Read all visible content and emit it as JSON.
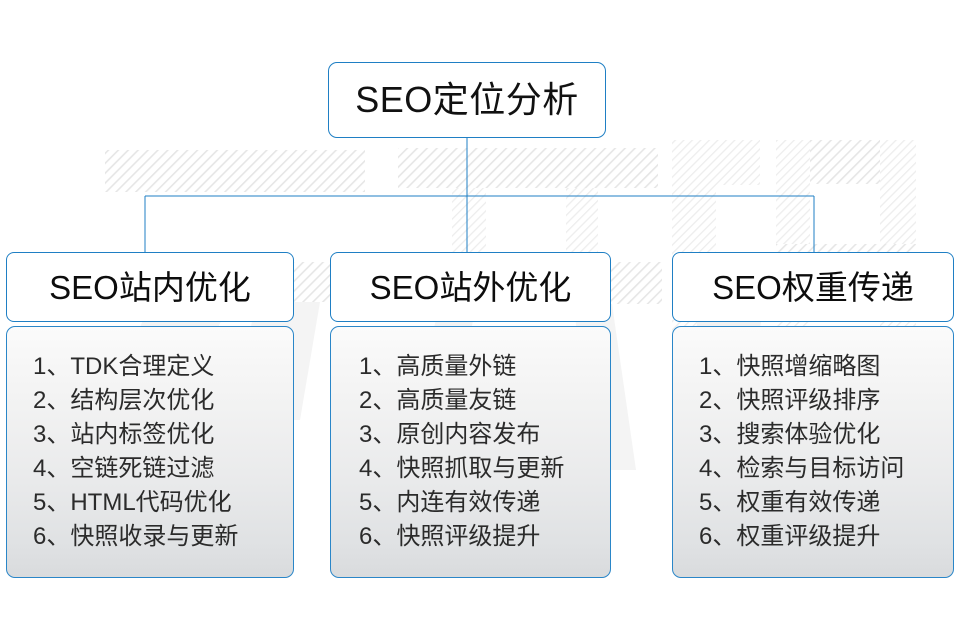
{
  "diagram": {
    "root": {
      "label": "SEO定位分析"
    },
    "columns": [
      {
        "id": "col-1",
        "header": "SEO站内优化",
        "items": [
          "1、TDK合理定义",
          "2、结构层次优化",
          "3、站内标签优化",
          "4、空链死链过滤",
          "5、HTML代码优化",
          "6、快照收录与更新"
        ]
      },
      {
        "id": "col-2",
        "header": "SEO站外优化",
        "items": [
          "1、高质量外链",
          "2、高质量友链",
          "3、原创内容发布",
          "4、快照抓取与更新",
          "5、内连有效传递",
          "6、快照评级提升"
        ]
      },
      {
        "id": "col-3",
        "header": "SEO权重传递",
        "items": [
          "1、快照增缩略图",
          "2、快照评级排序",
          "3、搜索体验优化",
          "4、检索与目标访问",
          "5、权重有效传递",
          "6、权重评级提升"
        ]
      }
    ],
    "watermark": {
      "text": "云无限"
    },
    "colors": {
      "border_blue": "#1f7fc4",
      "connector_blue": "#1f7fc4",
      "text_dark": "#111111",
      "item_text": "#2b2b2b",
      "page_background": "#ffffff",
      "body_gradient_top": "#fbfbfb",
      "body_gradient_bottom": "#d9dbdd",
      "watermark_gray": "#ececec"
    }
  }
}
